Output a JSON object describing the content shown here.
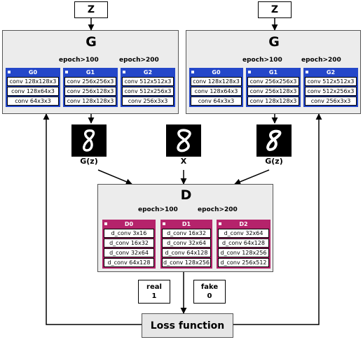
{
  "z_left": "Z",
  "z_right": "Z",
  "generator_left": {
    "title": "G",
    "epoch_labels": [
      "epoch>100",
      "epoch>200"
    ],
    "modules": [
      {
        "name": "G0",
        "layers": [
          "conv 128x128x3",
          "conv 128x64x3",
          "conv 64x3x3"
        ]
      },
      {
        "name": "G1",
        "layers": [
          "conv 256x256x3",
          "conv 256x128x3",
          "conv 128x128x3"
        ]
      },
      {
        "name": "G2",
        "layers": [
          "conv 512x512x3",
          "conv 512x256x3",
          "conv 256x3x3"
        ]
      }
    ]
  },
  "generator_right": {
    "title": "G",
    "epoch_labels": [
      "epoch>100",
      "epoch>200"
    ],
    "modules": [
      {
        "name": "G0",
        "layers": [
          "conv 128x128x3",
          "conv 128x64x3",
          "conv 64x3x3"
        ]
      },
      {
        "name": "G1",
        "layers": [
          "conv 256x256x3",
          "conv 256x128x3",
          "conv 128x128x3"
        ]
      },
      {
        "name": "G2",
        "layers": [
          "conv 512x512x3",
          "conv 512x256x3",
          "conv 256x3x3"
        ]
      }
    ]
  },
  "images": {
    "left_label": "G(z)",
    "center_label": "X",
    "right_label": "G(z)"
  },
  "discriminator": {
    "title": "D",
    "epoch_labels": [
      "epoch>100",
      "epoch>200"
    ],
    "modules": [
      {
        "name": "D0",
        "layers": [
          "d_conv 3x16",
          "d_conv 16x32",
          "d_conv 32x64",
          "d_conv 64x128"
        ]
      },
      {
        "name": "D1",
        "layers": [
          "d_conv 16x32",
          "d_conv 32x64",
          "d_conv 64x128",
          "d_conv 128x256"
        ]
      },
      {
        "name": "D2",
        "layers": [
          "d_conv 32x64",
          "d_conv 64x128",
          "d_conv 128x256",
          "d_conv 256x512"
        ]
      }
    ]
  },
  "real_label": {
    "text": "real",
    "value": "1"
  },
  "fake_label": {
    "text": "fake",
    "value": "0"
  },
  "loss_label": "Loss function",
  "colors": {
    "g_module": "#2447c9",
    "d_module": "#b5236b",
    "panel": "#ececec"
  }
}
